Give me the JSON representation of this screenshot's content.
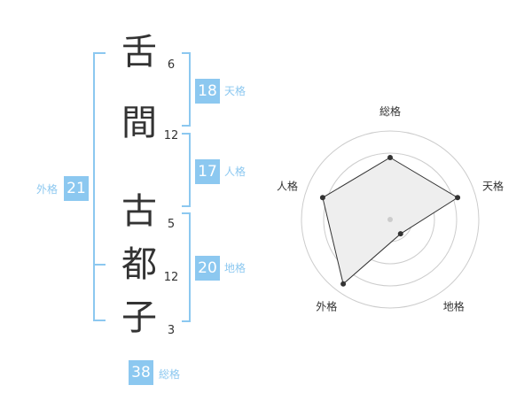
{
  "name": [
    {
      "char": "舌",
      "strokes": "6"
    },
    {
      "char": "間",
      "strokes": "12"
    },
    {
      "char": "古",
      "strokes": "5"
    },
    {
      "char": "都",
      "strokes": "12"
    },
    {
      "char": "子",
      "strokes": "3"
    }
  ],
  "kaku": {
    "ten": {
      "value": "18",
      "label": "天格"
    },
    "jin": {
      "value": "17",
      "label": "人格"
    },
    "chi": {
      "value": "20",
      "label": "地格"
    },
    "gai": {
      "value": "21",
      "label": "外格"
    },
    "sou": {
      "value": "38",
      "label": "総格"
    }
  },
  "colors": {
    "accent": "#8cc8f0",
    "text": "#333333",
    "radar_fill": "#eeeeee",
    "radar_grid": "#cccccc"
  },
  "chart_data": {
    "type": "radar",
    "axes": [
      "総格",
      "天格",
      "地格",
      "外格",
      "人格"
    ],
    "values": [
      0.7,
      0.8,
      0.2,
      0.9,
      0.8
    ],
    "rings": 4
  }
}
